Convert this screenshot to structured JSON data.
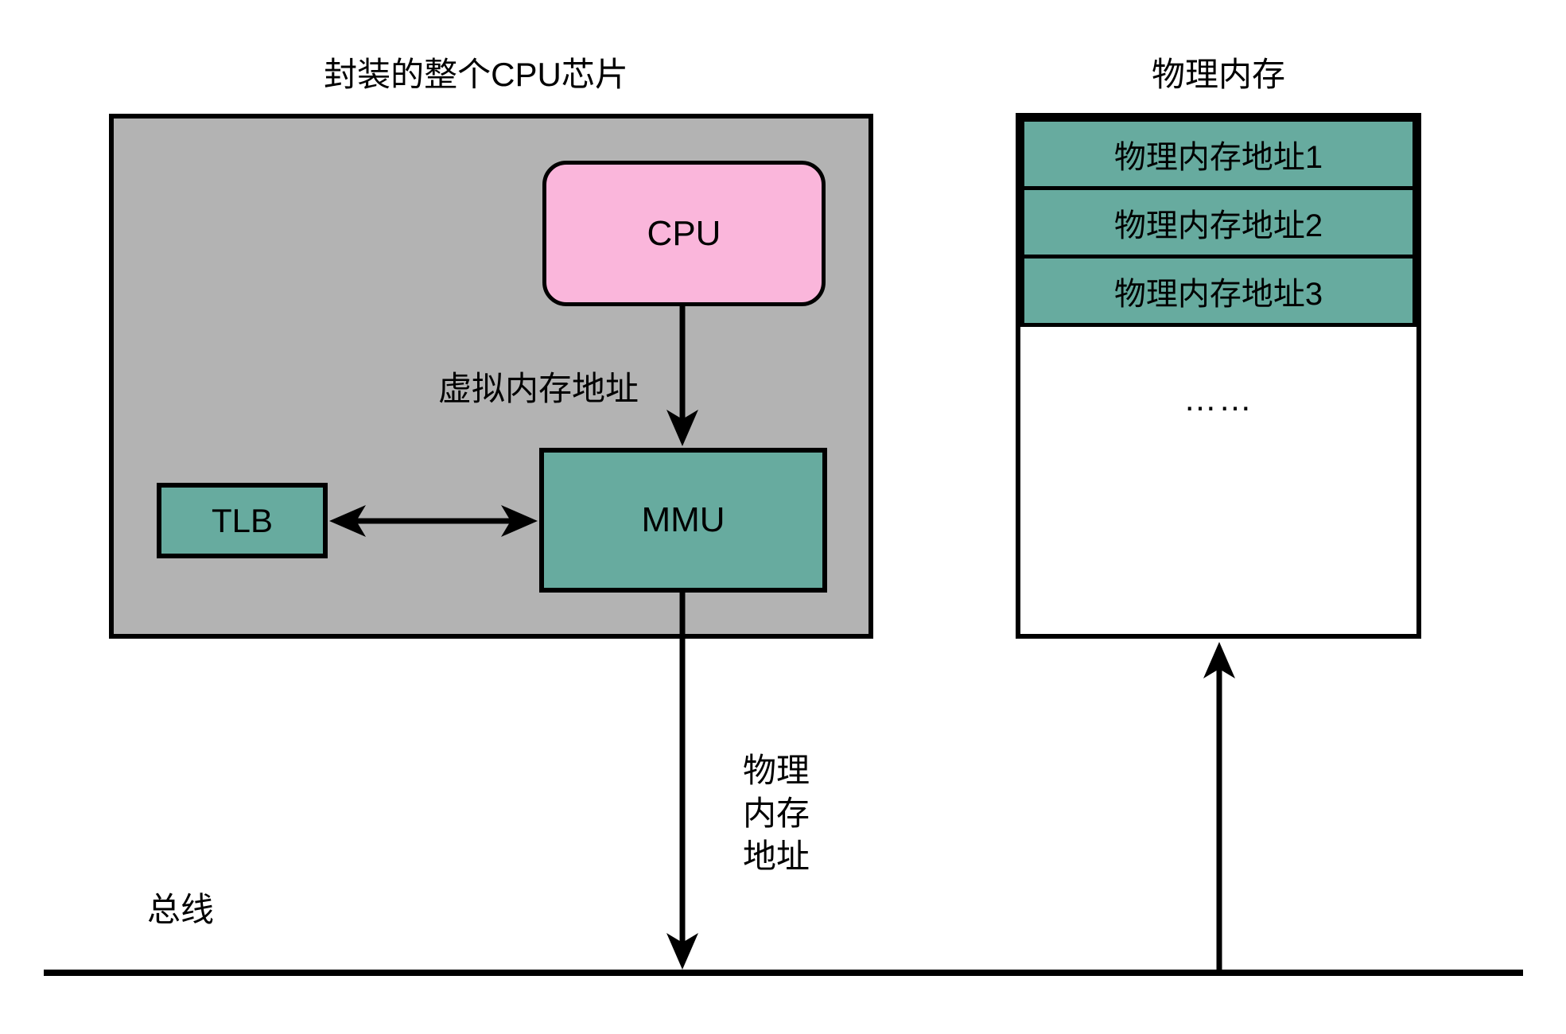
{
  "diagram": {
    "chip": {
      "title": "封装的整个CPU芯片",
      "cpu_label": "CPU",
      "mmu_label": "MMU",
      "tlb_label": "TLB",
      "virtual_addr_label": "虚拟内存地址"
    },
    "memory": {
      "title": "物理内存",
      "rows": [
        "物理内存地址1",
        "物理内存地址2",
        "物理内存地址3"
      ],
      "ellipsis": "……"
    },
    "labels": {
      "physical_addr_line1": "物理",
      "physical_addr_line2": "内存",
      "physical_addr_line3": "地址",
      "bus": "总线"
    },
    "colors": {
      "chip_fill": "#b3b3b3",
      "cpu_fill": "#fab6db",
      "teal_fill": "#67ab9f",
      "stroke": "#000000",
      "background": "#ffffff"
    }
  }
}
